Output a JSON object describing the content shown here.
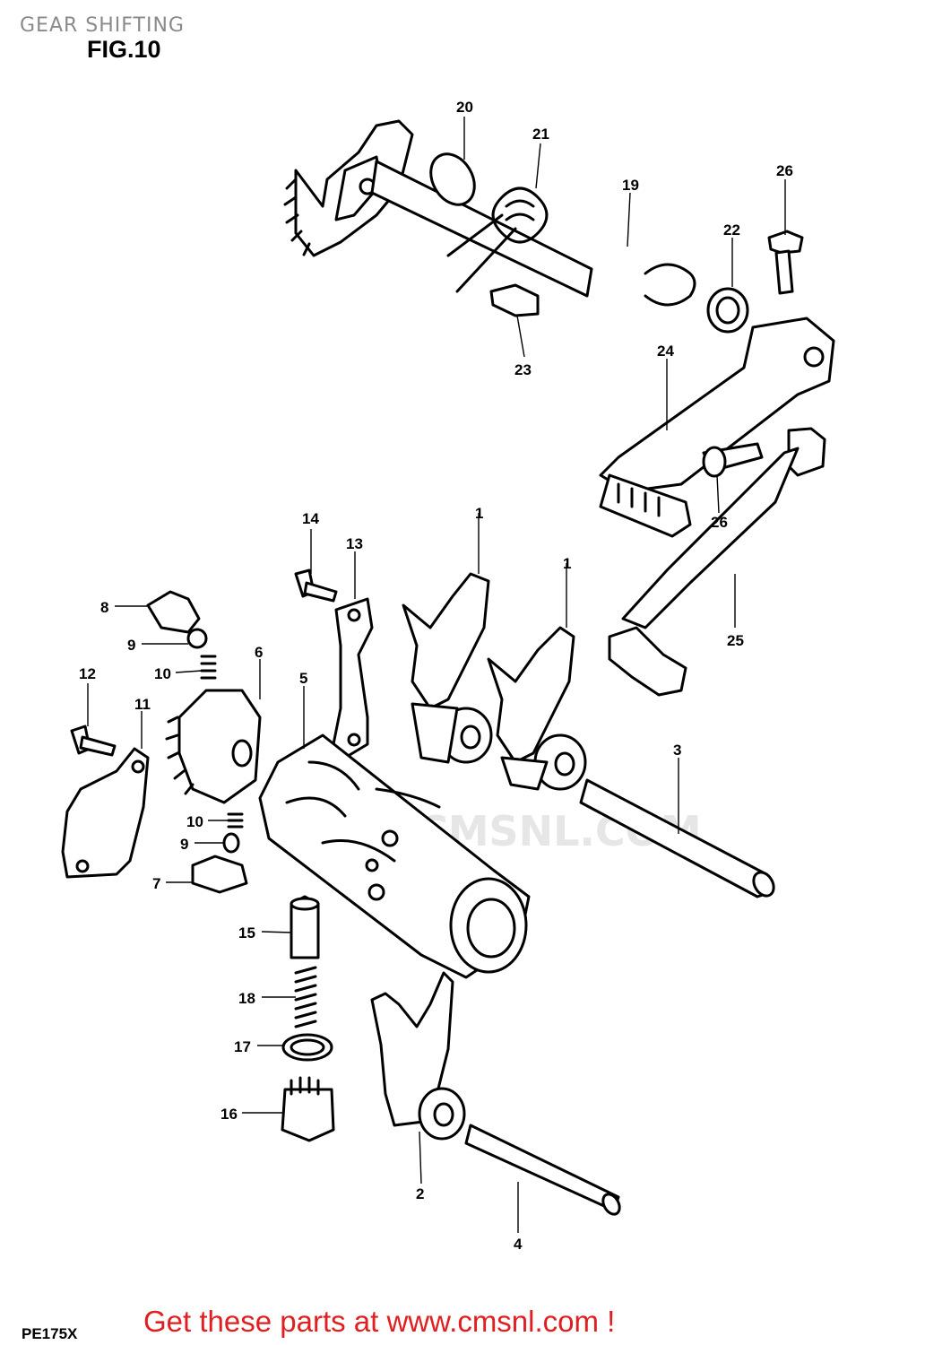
{
  "header": {
    "title": "GEAR SHIFTING",
    "figure": "FIG.10"
  },
  "footer": {
    "model": "PE175X",
    "promo": "Get these parts at www.cmsnl.com !"
  },
  "watermark": {
    "text": "WWW.CMSNL.COM"
  },
  "part_labels": [
    {
      "key": "p20",
      "text": "20"
    },
    {
      "key": "p21",
      "text": "21"
    },
    {
      "key": "p19",
      "text": "19"
    },
    {
      "key": "p26a",
      "text": "26"
    },
    {
      "key": "p22",
      "text": "22"
    },
    {
      "key": "p23",
      "text": "23"
    },
    {
      "key": "p24",
      "text": "24"
    },
    {
      "key": "p26b",
      "text": "26"
    },
    {
      "key": "p25",
      "text": "25"
    },
    {
      "key": "p14",
      "text": "14"
    },
    {
      "key": "p13",
      "text": "13"
    },
    {
      "key": "p1a",
      "text": "1"
    },
    {
      "key": "p1b",
      "text": "1"
    },
    {
      "key": "p8",
      "text": "8"
    },
    {
      "key": "p9a",
      "text": "9"
    },
    {
      "key": "p10a",
      "text": "10"
    },
    {
      "key": "p6",
      "text": "6"
    },
    {
      "key": "p12",
      "text": "12"
    },
    {
      "key": "p11",
      "text": "11"
    },
    {
      "key": "p5",
      "text": "5"
    },
    {
      "key": "p3",
      "text": "3"
    },
    {
      "key": "p10b",
      "text": "10"
    },
    {
      "key": "p9b",
      "text": "9"
    },
    {
      "key": "p7",
      "text": "7"
    },
    {
      "key": "p15",
      "text": "15"
    },
    {
      "key": "p18",
      "text": "18"
    },
    {
      "key": "p17",
      "text": "17"
    },
    {
      "key": "p16",
      "text": "16"
    },
    {
      "key": "p2",
      "text": "2"
    },
    {
      "key": "p4",
      "text": "4"
    }
  ],
  "colors": {
    "promo": "#e02020",
    "header": "#8a8a8a",
    "ink": "#000000"
  }
}
